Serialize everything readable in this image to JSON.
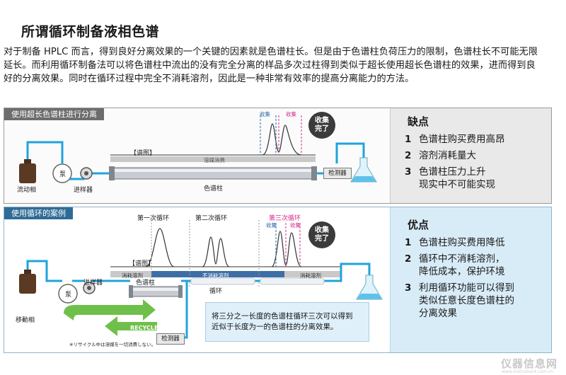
{
  "title": "所谓循环制备液相色谱",
  "intro": "对于制备 HPLC 而言，得到良好分离效果的一个关键的因素就是色谱柱长。但是由于色谱柱负荷压力的限制，色谱柱长不可能无限延长。而利用循环制备法可以将色谱柱中流出的没有完全分离的样品多次过柱得到类似于超长使用超长色谱柱的效果，进而得到良好的分离效果。同时在循环过程中完全不消耗溶剂，因此是一种非常有效率的提高分离能力的方法。",
  "top_panel": {
    "header": "使用超长色谱柱进行分离",
    "chart_label": "【谱图】",
    "band_label": "溶媒消费",
    "mobile_phase": "流动相",
    "pump": "泵",
    "injector": "进样器",
    "column": "色谱柱",
    "detector": "检测器",
    "collect_left": "收集",
    "collect_right": "收集",
    "badge": "收集\n完了",
    "side_title": "缺点",
    "side_items": [
      {
        "num": "1",
        "text": "色谱柱购买费用高昂"
      },
      {
        "num": "2",
        "text": "溶剂消耗量大"
      },
      {
        "num": "3",
        "text": "色谱柱压力上升\n现实中不可能实现"
      }
    ]
  },
  "bottom_panel": {
    "header": "使用循环的案例",
    "cycle_1": "第一次循环",
    "cycle_2": "第二次循环",
    "cycle_3": "第三次循环",
    "collect_left": "收集",
    "collect_right": "收集",
    "badge": "收集\n完了",
    "chart_label": "【谱图】",
    "band_1": "消耗溶剂",
    "band_2": "不消耗溶剂",
    "band_3": "消耗溶剂",
    "loop_label": "循环",
    "mobile_phase": "移動相",
    "pump": "泵",
    "injector": "进样器",
    "column": "色谱柱",
    "detector": "检测器",
    "recycle": "RECYCLE",
    "footnote": "※リサイクル中は溶媒を一切消費しない。",
    "note": "将三分之一长度的色谱柱循环三次可以得到\n近似于长度为一的色谱柱的分离效果。",
    "side_title": "优点",
    "side_items": [
      {
        "num": "1",
        "text": "色谱柱购买费用降低"
      },
      {
        "num": "2",
        "text": "循环中不消耗溶剂，\n降低成本，保护环境"
      },
      {
        "num": "3",
        "text": "利用循环功能可以得到\n类似任意长度色谱柱的\n分离效果"
      }
    ]
  },
  "watermark": "仪器信息网",
  "watermark_url": "www.instrument.com.cn",
  "colors": {
    "pipe": "#1fa3dc",
    "green": "#6fc04a",
    "pink": "#d42b8a",
    "blue_text": "#2b6aa8",
    "band_dark": "#3d6fa6"
  }
}
